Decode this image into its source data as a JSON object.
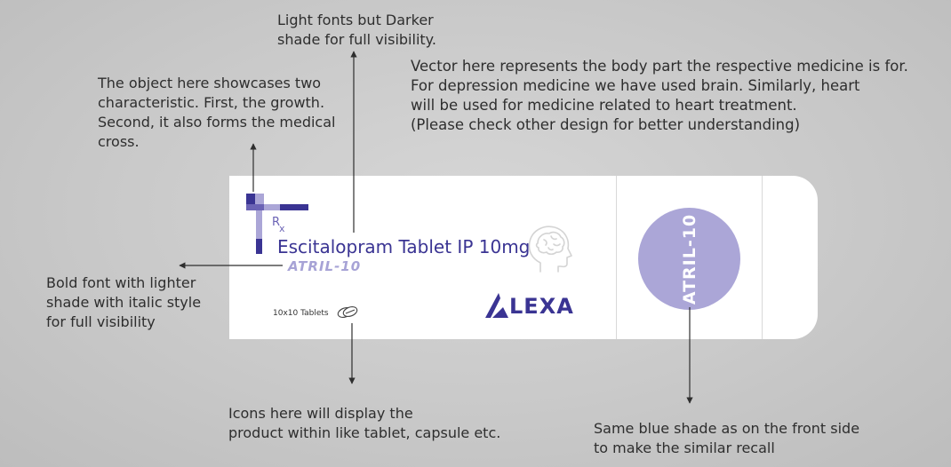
{
  "annotations": {
    "top": "Light fonts but Darker\nshade for full visibility.",
    "vector": "Vector here represents the body part the respective medicine is for.\nFor depression medicine we have used brain.  Similarly, heart\nwill be used for medicine related to heart treatment.\n(Please check other design for better understanding)",
    "object": "The object here showcases two\ncharacteristic. First, the growth.\nSecond, it also forms the medical\ncross.",
    "bold": "Bold font with lighter\nshade with italic style\nfor full visibility",
    "icons": "Icons here will display the\nproduct within like tablet, capsule etc.",
    "shade": "Same blue shade as on the front side\nto make the similar recall"
  },
  "package": {
    "rx": "R",
    "rx_sub": "x",
    "drug_name": "Escitalopram Tablet IP 10mg",
    "brand": "ATRIL-10",
    "pack_size": "10x10 Tablets",
    "logo": "LEXA",
    "seal_text": "ATRIL-10"
  },
  "colors": {
    "primary": "#3a3493",
    "light": "#aba6d7",
    "background": "#c9c9c9"
  },
  "icons": [
    "medical-cross-icon",
    "brain-head-icon",
    "tablet-icon",
    "lexa-logo-icon",
    "arrow-icon"
  ]
}
